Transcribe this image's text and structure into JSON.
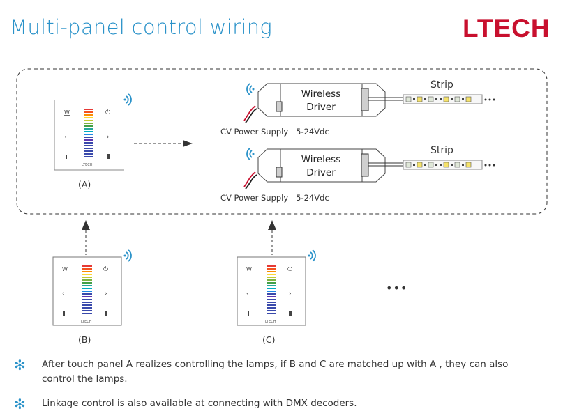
{
  "header": {
    "title": "Multi-panel control wiring",
    "logo_text": "LTECH"
  },
  "colors": {
    "accent": "#2a92c9",
    "logo": "#c8102e"
  },
  "panels": {
    "a": {
      "label": "(A)",
      "brand": "LTECH"
    },
    "b": {
      "label": "(B)",
      "brand": "LTECH"
    },
    "c": {
      "label": "(C)",
      "brand": "LTECH"
    }
  },
  "drivers": [
    {
      "line1": "Wireless",
      "line2": "Driver",
      "power": "CV Power Supply   5-24Vdc",
      "strip": "Strip"
    },
    {
      "line1": "Wireless",
      "line2": "Driver",
      "power": "CV Power Supply   5-24Vdc",
      "strip": "Strip"
    }
  ],
  "more": "•••",
  "notes": [
    {
      "icon": "asterisk-bullet-icon",
      "text": "After touch panel A realizes controlling the lamps, if B and C are matched up with A , they can also control the lamps."
    },
    {
      "icon": "asterisk-bullet-icon",
      "text": "Linkage control is also available at connecting with DMX decoders."
    }
  ]
}
